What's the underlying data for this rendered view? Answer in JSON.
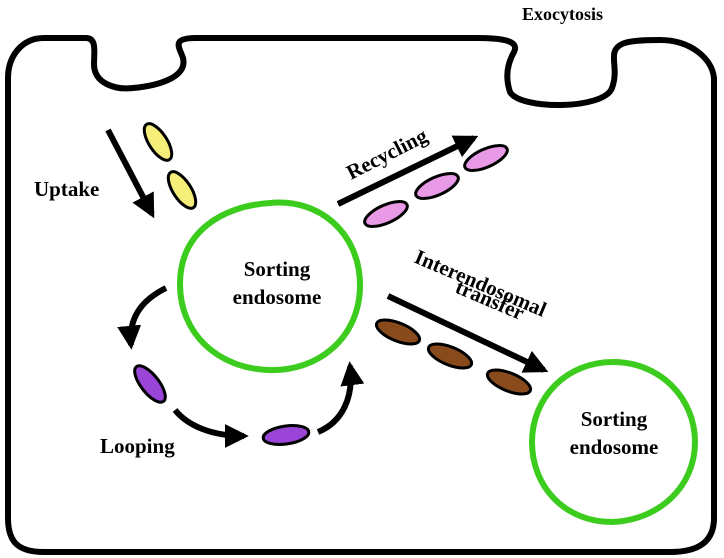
{
  "labels": {
    "exocytosis": "Exocytosis",
    "uptake": "Uptake",
    "recycling": "Recycling",
    "interendosomal_line1": "Interendosomal",
    "interendosomal_line2": "transfer",
    "looping": "Looping",
    "sorting_main_line1": "Sorting",
    "sorting_main_line2": "endosome",
    "sorting_second_line1": "Sorting",
    "sorting_second_line2": "endosome"
  },
  "colors": {
    "membrane": "#000000",
    "endosome_ring": "#3ccc1e",
    "uptake_vesicle": "#f5ee78",
    "recycling_vesicle": "#e89ae6",
    "transfer_vesicle": "#8a4b1c",
    "looping_vesicle": "#9a45d8"
  }
}
